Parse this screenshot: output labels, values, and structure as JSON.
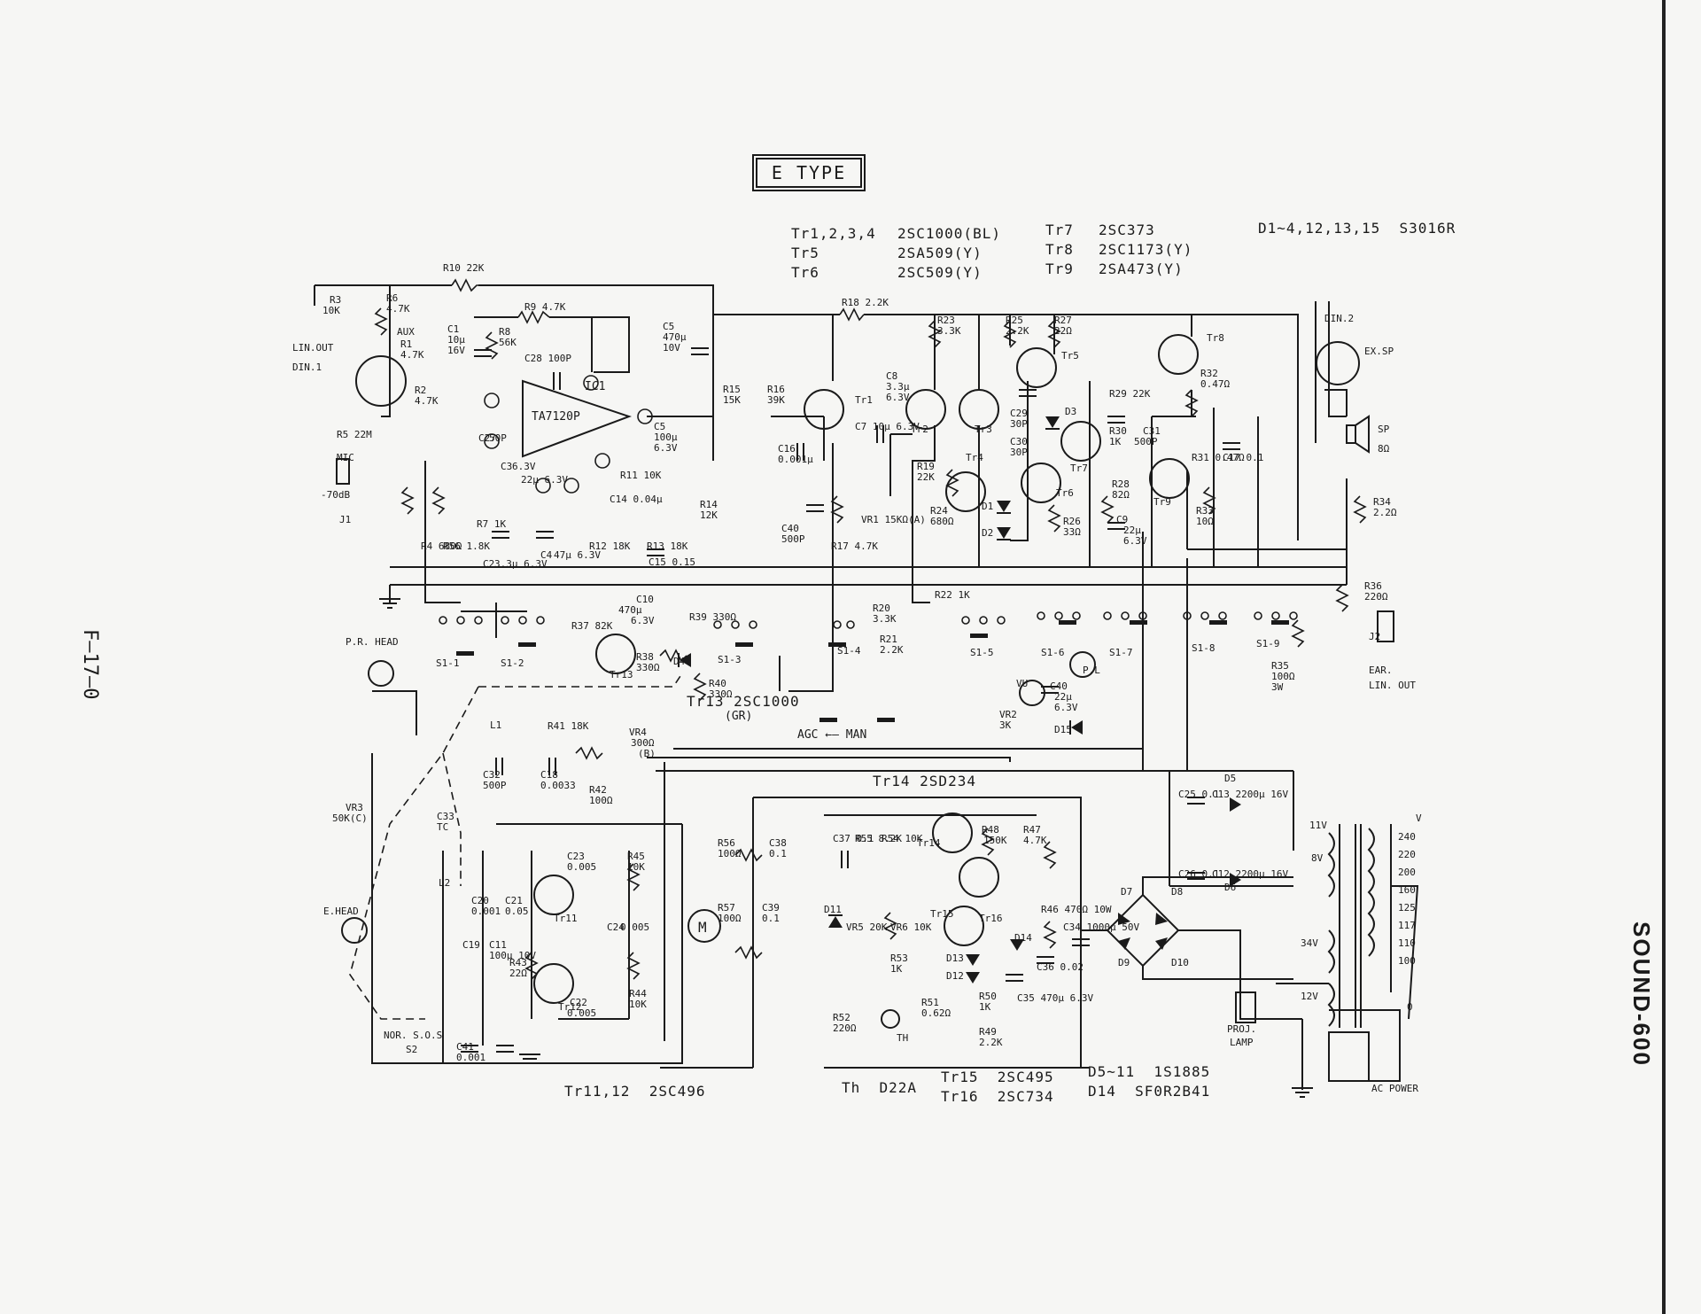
{
  "title": "E TYPE",
  "model": "SOUND-600",
  "page_code": "F—17—0",
  "parts_list": {
    "col1": [
      "Tr1,2,3,4",
      "Tr5",
      "Tr6"
    ],
    "col2": [
      "2SC1000(BL)",
      "2SA509(Y)",
      "2SC509(Y)"
    ],
    "col3": [
      "Tr7",
      "Tr8",
      "Tr9"
    ],
    "col4": [
      "2SC373",
      "2SC1173(Y)",
      "2SA473(Y)"
    ],
    "diodes": "D1~4,12,13,15  S3016R"
  },
  "bottom_notes": {
    "tr11_12": "Tr11,12  2SC496",
    "th": "Th  D22A",
    "tr15": "Tr15  2SC495",
    "tr16": "Tr16  2SC734",
    "d5_11": "D5~11  1S1885",
    "d14": "D14  SF0R2B41"
  },
  "labels": {
    "tr13": "Tr13  2SC1000",
    "tr13_gr": "(GR)",
    "tr14": "Tr14  2SD234",
    "agc_man": "AGC ←— MAN",
    "ic1": "IC1",
    "ta7120p": "TA7120P"
  },
  "components": [
    {
      "id": "r10",
      "text": "R10 22K"
    },
    {
      "id": "r3",
      "text": "R3"
    },
    {
      "id": "r3v",
      "text": "10K"
    },
    {
      "id": "r6",
      "text": "R6"
    },
    {
      "id": "r6v",
      "text": "4.7K"
    },
    {
      "id": "aux",
      "text": "AUX"
    },
    {
      "id": "c1",
      "text": "C1"
    },
    {
      "id": "c1v",
      "text": "10μ"
    },
    {
      "id": "c1v2",
      "text": "16V"
    },
    {
      "id": "r8",
      "text": "R8"
    },
    {
      "id": "r8v",
      "text": "56K"
    },
    {
      "id": "r9",
      "text": "R9  4.7K"
    },
    {
      "id": "c5",
      "text": "C5"
    },
    {
      "id": "c5v",
      "text": "470μ"
    },
    {
      "id": "c5v2",
      "text": "10V"
    },
    {
      "id": "r18",
      "text": "R18  2.2K"
    },
    {
      "id": "linout",
      "text": "LIN.OUT"
    },
    {
      "id": "din1",
      "text": "DIN.1"
    },
    {
      "id": "r1",
      "text": "R1"
    },
    {
      "id": "r1v",
      "text": "4.7K"
    },
    {
      "id": "r2",
      "text": "R2"
    },
    {
      "id": "r2v",
      "text": "4.7K"
    },
    {
      "id": "c28",
      "text": "C28  100P"
    },
    {
      "id": "c27",
      "text": "C27"
    },
    {
      "id": "c27v",
      "text": "50P"
    },
    {
      "id": "r5",
      "text": "R5  22M"
    },
    {
      "id": "mic",
      "text": "MIC"
    },
    {
      "id": "mic_db",
      "text": "-70dB"
    },
    {
      "id": "j1",
      "text": "J1"
    },
    {
      "id": "r4",
      "text": "R4  680Ω"
    },
    {
      "id": "r56",
      "text": "R56 1.8K"
    },
    {
      "id": "r7",
      "text": "R7  1K"
    },
    {
      "id": "c3",
      "text": "C3"
    },
    {
      "id": "c3v",
      "text": "6.3V"
    },
    {
      "id": "c2",
      "text": "C2"
    },
    {
      "id": "c2v",
      "text": "3.3μ 6.3V"
    },
    {
      "id": "c4",
      "text": "C4"
    },
    {
      "id": "c4v",
      "text": "47μ 6.3V"
    },
    {
      "id": "c4v2",
      "text": "22μ 6.3V"
    },
    {
      "id": "r15",
      "text": "R15"
    },
    {
      "id": "r15v",
      "text": "15K"
    },
    {
      "id": "r16",
      "text": "R16"
    },
    {
      "id": "r16v",
      "text": "39K"
    },
    {
      "id": "c5b",
      "text": "C5"
    },
    {
      "id": "c5bv",
      "text": "100μ"
    },
    {
      "id": "c5bv2",
      "text": "6.3V"
    },
    {
      "id": "c16",
      "text": "C16"
    },
    {
      "id": "c16v",
      "text": "0.001μ"
    },
    {
      "id": "c7",
      "text": "C7  10μ 6.3V"
    },
    {
      "id": "c8",
      "text": "C8"
    },
    {
      "id": "c8v",
      "text": "3.3μ"
    },
    {
      "id": "c8v2",
      "text": "6.3V"
    },
    {
      "id": "r11",
      "text": "R11 10K"
    },
    {
      "id": "c14",
      "text": "C14  0.04μ"
    },
    {
      "id": "r14",
      "text": "R14"
    },
    {
      "id": "r14v",
      "text": "12K"
    },
    {
      "id": "r12",
      "text": "R12  18K"
    },
    {
      "id": "r13",
      "text": "R13  18K"
    },
    {
      "id": "c15",
      "text": "C15  0.15"
    },
    {
      "id": "c40",
      "text": "C40"
    },
    {
      "id": "c40v",
      "text": "500P"
    },
    {
      "id": "r17",
      "text": "R17  4.7K"
    },
    {
      "id": "vr1",
      "text": "VR1  15KΩ(A)"
    },
    {
      "id": "r19",
      "text": "R19"
    },
    {
      "id": "r19v",
      "text": "22K"
    },
    {
      "id": "r23",
      "text": "R23"
    },
    {
      "id": "r23v",
      "text": "3.3K"
    },
    {
      "id": "r25",
      "text": "R25"
    },
    {
      "id": "r25v",
      "text": "2.2K"
    },
    {
      "id": "r27",
      "text": "R27"
    },
    {
      "id": "r27v",
      "text": "22Ω"
    },
    {
      "id": "tr8",
      "text": "Tr8"
    },
    {
      "id": "r32",
      "text": "R32"
    },
    {
      "id": "r32v",
      "text": "0.47Ω"
    },
    {
      "id": "din2",
      "text": "DIN.2"
    },
    {
      "id": "exsp",
      "text": "EX.SP"
    },
    {
      "id": "sp",
      "text": "SP"
    },
    {
      "id": "spv",
      "text": "8Ω"
    },
    {
      "id": "tr5",
      "text": "Tr5"
    },
    {
      "id": "r29",
      "text": "R29  22K"
    },
    {
      "id": "tr1",
      "text": "Tr1"
    },
    {
      "id": "tr2",
      "text": "Tr2"
    },
    {
      "id": "tr3",
      "text": "Tr3"
    },
    {
      "id": "c29",
      "text": "C29"
    },
    {
      "id": "c29v",
      "text": "30P"
    },
    {
      "id": "d3",
      "text": "D3"
    },
    {
      "id": "r30",
      "text": "R30"
    },
    {
      "id": "r30v",
      "text": "1K"
    },
    {
      "id": "c31",
      "text": "C31"
    },
    {
      "id": "c31v",
      "text": "500P"
    },
    {
      "id": "r31",
      "text": "R31 0.47Ω"
    },
    {
      "id": "c17",
      "text": "C17 0.1"
    },
    {
      "id": "c30",
      "text": "C30"
    },
    {
      "id": "c30v",
      "text": "30P"
    },
    {
      "id": "tr7",
      "text": "Tr7"
    },
    {
      "id": "tr4",
      "text": "Tr4"
    },
    {
      "id": "tr6",
      "text": "Tr6"
    },
    {
      "id": "r28",
      "text": "R28"
    },
    {
      "id": "r28v",
      "text": "82Ω"
    },
    {
      "id": "tr9",
      "text": "Tr9"
    },
    {
      "id": "r33",
      "text": "R33"
    },
    {
      "id": "r33v",
      "text": "10Ω"
    },
    {
      "id": "r34",
      "text": "R34"
    },
    {
      "id": "r34v",
      "text": "2.2Ω"
    },
    {
      "id": "d1",
      "text": "D1"
    },
    {
      "id": "d2",
      "text": "D2"
    },
    {
      "id": "r24",
      "text": "R24"
    },
    {
      "id": "r24v",
      "text": "680Ω"
    },
    {
      "id": "r26",
      "text": "R26"
    },
    {
      "id": "r26v",
      "text": "33Ω"
    },
    {
      "id": "c9",
      "text": "C9"
    },
    {
      "id": "c9v",
      "text": "22μ"
    },
    {
      "id": "c9v2",
      "text": "6.3V"
    },
    {
      "id": "r36",
      "text": "R36"
    },
    {
      "id": "r36v",
      "text": "220Ω"
    },
    {
      "id": "r37",
      "text": "R37  82K"
    },
    {
      "id": "c10",
      "text": "C10"
    },
    {
      "id": "c10v",
      "text": "470μ"
    },
    {
      "id": "c10v2",
      "text": "6.3V"
    },
    {
      "id": "r39",
      "text": "R39  330Ω"
    },
    {
      "id": "r22",
      "text": "R22  1K"
    },
    {
      "id": "r20",
      "text": "R20"
    },
    {
      "id": "r20v",
      "text": "3.3K"
    },
    {
      "id": "r21",
      "text": "R21"
    },
    {
      "id": "r21v",
      "text": "2.2K"
    },
    {
      "id": "prhead",
      "text": "P.R. HEAD"
    },
    {
      "id": "s11",
      "text": "S1-1"
    },
    {
      "id": "s12",
      "text": "S1-2"
    },
    {
      "id": "r38",
      "text": "R38"
    },
    {
      "id": "r38v",
      "text": "330Ω"
    },
    {
      "id": "d4",
      "text": "D4"
    },
    {
      "id": "s13",
      "text": "S1-3"
    },
    {
      "id": "s14",
      "text": "S1-4"
    },
    {
      "id": "s15",
      "text": "S1-5"
    },
    {
      "id": "s16",
      "text": "S1-6"
    },
    {
      "id": "s17",
      "text": "S1-7"
    },
    {
      "id": "s18",
      "text": "S1-8"
    },
    {
      "id": "s19",
      "text": "S1-9"
    },
    {
      "id": "tr13lbl",
      "text": "Tr13"
    },
    {
      "id": "r40",
      "text": "R40"
    },
    {
      "id": "r40v",
      "text": "330Ω"
    },
    {
      "id": "pl",
      "text": "P.L"
    },
    {
      "id": "vu",
      "text": "VU"
    },
    {
      "id": "c40b",
      "text": "C40"
    },
    {
      "id": "c40bv",
      "text": "22μ"
    },
    {
      "id": "c40bv2",
      "text": "6.3V"
    },
    {
      "id": "r35",
      "text": "R35"
    },
    {
      "id": "r35v",
      "text": "100Ω"
    },
    {
      "id": "r35v2",
      "text": "3W"
    },
    {
      "id": "j2",
      "text": "J2"
    },
    {
      "id": "ear",
      "text": "EAR."
    },
    {
      "id": "earlin",
      "text": "LIN. OUT"
    },
    {
      "id": "vr2",
      "text": "VR2"
    },
    {
      "id": "vr2v",
      "text": "3K"
    },
    {
      "id": "d15",
      "text": "D15"
    },
    {
      "id": "l1",
      "text": "L1"
    },
    {
      "id": "r41",
      "text": "R41  18K"
    },
    {
      "id": "vr4",
      "text": "VR4"
    },
    {
      "id": "vr4v",
      "text": "300Ω"
    },
    {
      "id": "vr4v2",
      "text": "(B)"
    },
    {
      "id": "c32",
      "text": "C32"
    },
    {
      "id": "c32v",
      "text": "500P"
    },
    {
      "id": "c18",
      "text": "C18"
    },
    {
      "id": "c18v",
      "text": "0.0033"
    },
    {
      "id": "r42",
      "text": "R42"
    },
    {
      "id": "r42v",
      "text": "100Ω"
    },
    {
      "id": "vr3",
      "text": "VR3"
    },
    {
      "id": "vr3v",
      "text": "50K(C)"
    },
    {
      "id": "c33",
      "text": "C33"
    },
    {
      "id": "c33v",
      "text": "TC"
    },
    {
      "id": "ehead",
      "text": "E.HEAD"
    },
    {
      "id": "l2",
      "text": "L2"
    },
    {
      "id": "c23",
      "text": "C23"
    },
    {
      "id": "c23v",
      "text": "0.005"
    },
    {
      "id": "r45",
      "text": "R45"
    },
    {
      "id": "r45v",
      "text": "10K"
    },
    {
      "id": "c21",
      "text": "C21"
    },
    {
      "id": "c21v",
      "text": "0.05"
    },
    {
      "id": "tr11",
      "text": "Tr11"
    },
    {
      "id": "c24",
      "text": "C24"
    },
    {
      "id": "c24v",
      "text": "0.005"
    },
    {
      "id": "c20",
      "text": "C20"
    },
    {
      "id": "c20v",
      "text": "0.001"
    },
    {
      "id": "c19",
      "text": "C19"
    },
    {
      "id": "c11",
      "text": "C11"
    },
    {
      "id": "c11v",
      "text": "100μ 10V"
    },
    {
      "id": "r43",
      "text": "R43"
    },
    {
      "id": "r43v",
      "text": "22Ω"
    },
    {
      "id": "tr12",
      "text": "Tr12"
    },
    {
      "id": "c22",
      "text": "C22"
    },
    {
      "id": "c22v",
      "text": "0.005"
    },
    {
      "id": "r44",
      "text": "R44"
    },
    {
      "id": "r44v",
      "text": "10K"
    },
    {
      "id": "nor",
      "text": "NOR. S.O.S"
    },
    {
      "id": "s2",
      "text": "S2"
    },
    {
      "id": "c41",
      "text": "C41"
    },
    {
      "id": "c41v",
      "text": "0.001"
    },
    {
      "id": "r56b",
      "text": "R56"
    },
    {
      "id": "r56bv",
      "text": "100Ω"
    },
    {
      "id": "c38",
      "text": "C38"
    },
    {
      "id": "c38v",
      "text": "0.1"
    },
    {
      "id": "c37",
      "text": "C37  0.1"
    },
    {
      "id": "r55",
      "text": "R55  8.2K"
    },
    {
      "id": "r54",
      "text": "R54  10K"
    },
    {
      "id": "tr14lbl",
      "text": "Tr14"
    },
    {
      "id": "r48",
      "text": "R48"
    },
    {
      "id": "r48v",
      "text": "150K"
    },
    {
      "id": "r47",
      "text": "R47"
    },
    {
      "id": "r47v",
      "text": "4.7K"
    },
    {
      "id": "r57",
      "text": "R57"
    },
    {
      "id": "r57v",
      "text": "100Ω"
    },
    {
      "id": "c39",
      "text": "C39"
    },
    {
      "id": "c39v",
      "text": "0.1"
    },
    {
      "id": "d11",
      "text": "D11"
    },
    {
      "id": "vr5",
      "text": "VR5  20K"
    },
    {
      "id": "vr6",
      "text": "VR6  10K"
    },
    {
      "id": "tr15lbl",
      "text": "Tr15"
    },
    {
      "id": "tr16lbl",
      "text": "Tr16"
    },
    {
      "id": "r46",
      "text": "R46  470Ω 10W"
    },
    {
      "id": "c34",
      "text": "C34  1000μ 50V"
    },
    {
      "id": "r53",
      "text": "R53"
    },
    {
      "id": "r53v",
      "text": "1K"
    },
    {
      "id": "d13",
      "text": "D13"
    },
    {
      "id": "d12",
      "text": "D12"
    },
    {
      "id": "d14",
      "text": "D14"
    },
    {
      "id": "c36",
      "text": "C36  0.02"
    },
    {
      "id": "r51",
      "text": "R51"
    },
    {
      "id": "r51v",
      "text": "0.62Ω"
    },
    {
      "id": "r50",
      "text": "R50"
    },
    {
      "id": "r50v",
      "text": "1K"
    },
    {
      "id": "c35",
      "text": "C35  470μ 6.3V"
    },
    {
      "id": "r52",
      "text": "R52"
    },
    {
      "id": "r52v",
      "text": "220Ω"
    },
    {
      "id": "th",
      "text": "TH"
    },
    {
      "id": "r49",
      "text": "R49"
    },
    {
      "id": "r49v",
      "text": "2.2K"
    },
    {
      "id": "d7",
      "text": "D7"
    },
    {
      "id": "d8",
      "text": "D8"
    },
    {
      "id": "d9",
      "text": "D9"
    },
    {
      "id": "d10",
      "text": "D10"
    },
    {
      "id": "c25",
      "text": "C25 0.1"
    },
    {
      "id": "c26",
      "text": "C26 0.1"
    },
    {
      "id": "c13",
      "text": "C13  2200μ 16V"
    },
    {
      "id": "c12",
      "text": "C12  2200μ 16V"
    },
    {
      "id": "d5",
      "text": "D5"
    },
    {
      "id": "d6",
      "text": "D6"
    },
    {
      "id": "v11",
      "text": "11V"
    },
    {
      "id": "v8",
      "text": "8V"
    },
    {
      "id": "v34",
      "text": "34V"
    },
    {
      "id": "v12",
      "text": "12V"
    },
    {
      "id": "vlbl",
      "text": "V"
    },
    {
      "id": "v240",
      "text": "240"
    },
    {
      "id": "v220",
      "text": "220"
    },
    {
      "id": "v200",
      "text": "200"
    },
    {
      "id": "v160",
      "text": "160"
    },
    {
      "id": "v125",
      "text": "125"
    },
    {
      "id": "v117",
      "text": "117"
    },
    {
      "id": "v110",
      "text": "110"
    },
    {
      "id": "v100",
      "text": "100"
    },
    {
      "id": "v0",
      "text": "0"
    },
    {
      "id": "proj",
      "text": "PROJ."
    },
    {
      "id": "lamp",
      "text": "LAMP"
    },
    {
      "id": "acpower",
      "text": "AC POWER"
    },
    {
      "id": "motor",
      "text": "M"
    }
  ]
}
